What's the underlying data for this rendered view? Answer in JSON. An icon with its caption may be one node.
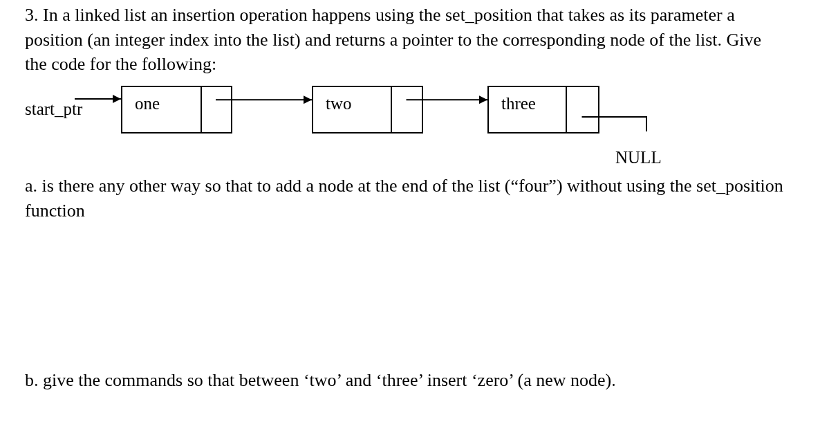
{
  "diagram": {
    "nodes": [
      {
        "text": [
          "start_ptr"
        ]
      },
      {
        "text": [
          "one"
        ]
      },
      {
        "text": [],
        "shape": "box",
        "in": 1
      },
      {
        "text": [
          "two"
        ]
      },
      {
        "text": [],
        "shape": "box",
        "in": 3
      },
      {
        "text": [
          "three"
        ]
      },
      {
        "text": [],
        "shape": "box",
        "in": 5
      },
      {
        "text": [
          "NULL"
        ]
      }
    ],
    "edges": [
      {
        "from": 0,
        "to": 1,
        "arrow": "to"
      },
      {
        "from": 2,
        "to": 3,
        "arrow": "to"
      },
      {
        "from": 4,
        "to": 5,
        "arrow": "to"
      },
      {
        "from": 6,
        "to": 7,
        "arrow": "none"
      }
    ],
    "labels": [
      "3. In a linked list an insertion operation happens using the set_position that takes as its parameter a position (an integer index into the list) and returns a pointer to the corresponding node of the list. Give the code for the following:",
      "a. is there any other way so that to add a node at the end of the list (“four”) without using the set_position function",
      "b. give the commands so that between ‘two’ and ‘three’ insert ‘zero’ (a new node)."
    ]
  }
}
